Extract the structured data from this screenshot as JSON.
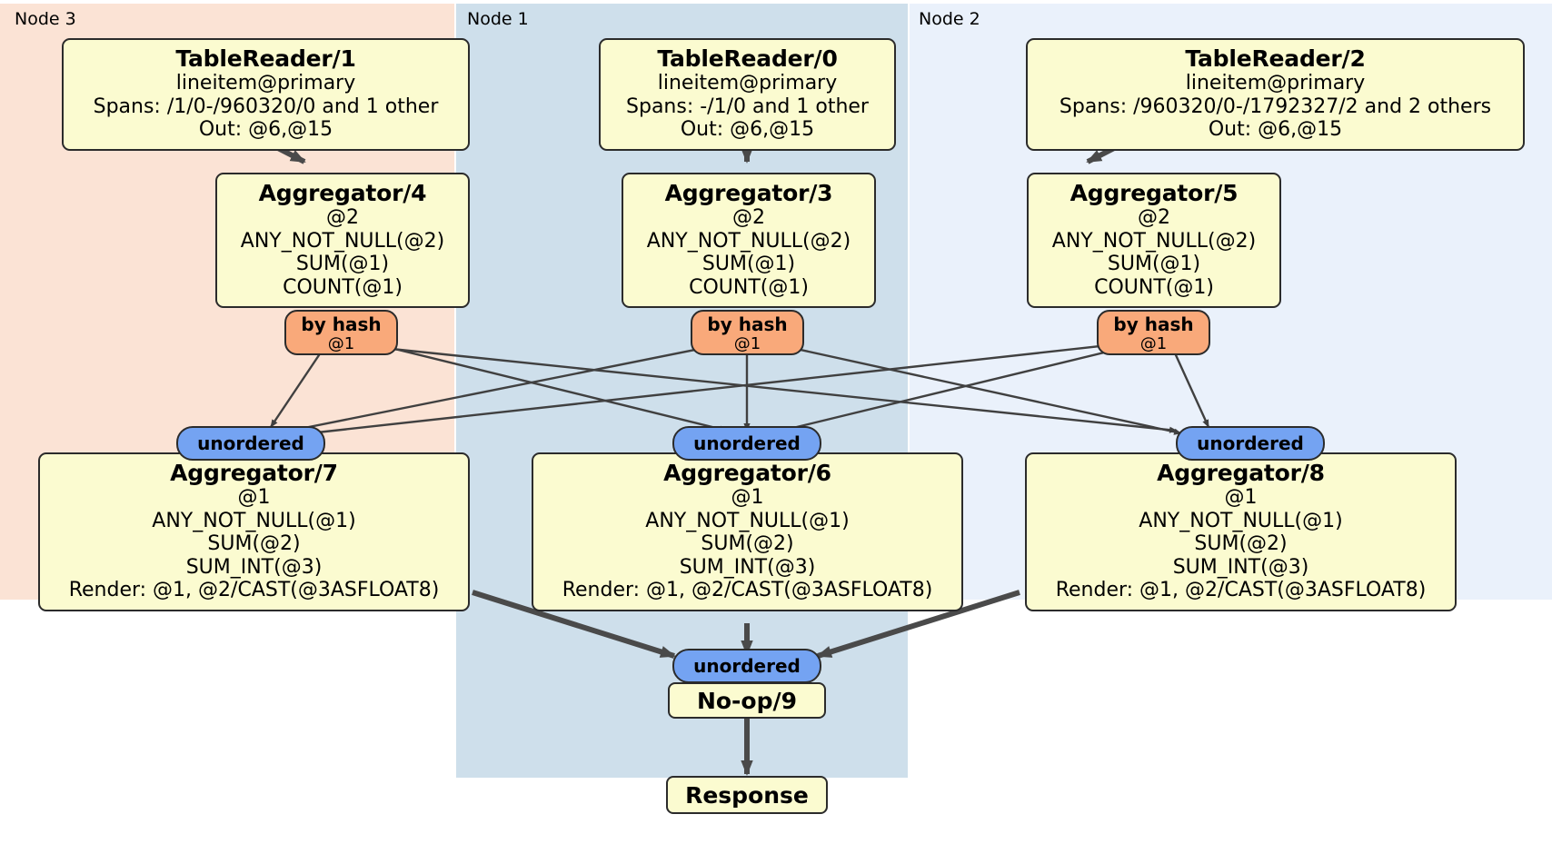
{
  "diagram": {
    "type": "distributed-query-plan",
    "title": "",
    "colors": {
      "node3_panel": "#fbe3d5",
      "node1_panel": "#cedfeb",
      "node2_panel": "#eaf1fb",
      "processor_box": "#fbfbd0",
      "hash_router": "#f9a97a",
      "unordered_sync": "#74a3f2",
      "edge": "#404040",
      "border": "#2b2b2b"
    }
  },
  "nodes": [
    {
      "id": "node3",
      "label": "Node 3"
    },
    {
      "id": "node1",
      "label": "Node 1"
    },
    {
      "id": "node2",
      "label": "Node 2"
    }
  ],
  "processors": {
    "table_reader_1": {
      "title": "TableReader/1",
      "lines": [
        "lineitem@primary",
        "Spans: /1/0-/960320/0 and 1 other",
        "Out: @6,@15"
      ]
    },
    "table_reader_0": {
      "title": "TableReader/0",
      "lines": [
        "lineitem@primary",
        "Spans: -/1/0 and 1 other",
        "Out: @6,@15"
      ]
    },
    "table_reader_2": {
      "title": "TableReader/2",
      "lines": [
        "lineitem@primary",
        "Spans: /960320/0-/1792327/2 and 2 others",
        "Out: @6,@15"
      ]
    },
    "aggregator_4": {
      "title": "Aggregator/4",
      "lines": [
        "@2",
        "ANY_NOT_NULL(@2)",
        "SUM(@1)",
        "COUNT(@1)"
      ]
    },
    "aggregator_3": {
      "title": "Aggregator/3",
      "lines": [
        "@2",
        "ANY_NOT_NULL(@2)",
        "SUM(@1)",
        "COUNT(@1)"
      ]
    },
    "aggregator_5": {
      "title": "Aggregator/5",
      "lines": [
        "@2",
        "ANY_NOT_NULL(@2)",
        "SUM(@1)",
        "COUNT(@1)"
      ]
    },
    "aggregator_7": {
      "title": "Aggregator/7",
      "lines": [
        "@1",
        "ANY_NOT_NULL(@1)",
        "SUM(@2)",
        "SUM_INT(@3)",
        "Render: @1, @2/CAST(@3ASFLOAT8)"
      ]
    },
    "aggregator_6": {
      "title": "Aggregator/6",
      "lines": [
        "@1",
        "ANY_NOT_NULL(@1)",
        "SUM(@2)",
        "SUM_INT(@3)",
        "Render: @1, @2/CAST(@3ASFLOAT8)"
      ]
    },
    "aggregator_8": {
      "title": "Aggregator/8",
      "lines": [
        "@1",
        "ANY_NOT_NULL(@1)",
        "SUM(@2)",
        "SUM_INT(@3)",
        "Render: @1, @2/CAST(@3ASFLOAT8)"
      ]
    },
    "noop_9": {
      "title": "No-op/9"
    },
    "response": {
      "title": "Response"
    }
  },
  "routers": {
    "hash_left": {
      "kind": "by hash",
      "column": "@1"
    },
    "hash_center": {
      "kind": "by hash",
      "column": "@1"
    },
    "hash_right": {
      "kind": "by hash",
      "column": "@1"
    },
    "sync_left": {
      "label": "unordered"
    },
    "sync_center": {
      "label": "unordered"
    },
    "sync_right": {
      "label": "unordered"
    },
    "sync_final": {
      "label": "unordered"
    }
  }
}
